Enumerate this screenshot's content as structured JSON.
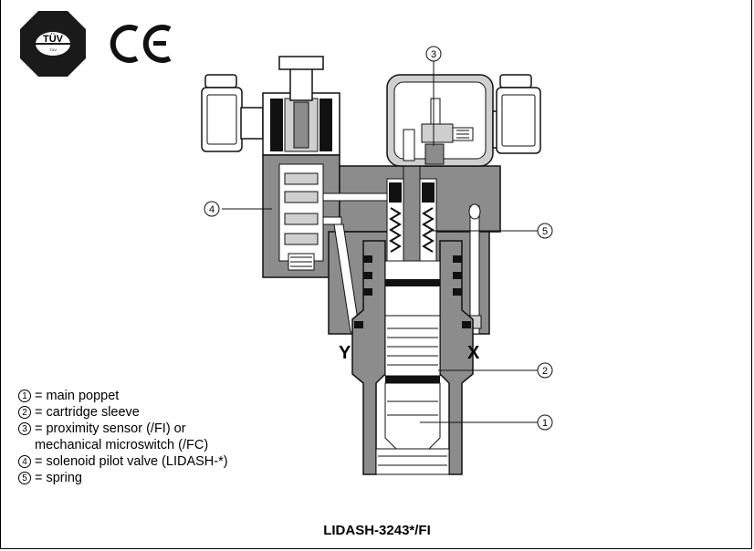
{
  "marks": {
    "tuv": "TÜV",
    "tuv_small": "TÜV",
    "ce": "CE"
  },
  "callouts": [
    "1",
    "2",
    "3",
    "4",
    "5"
  ],
  "ports": {
    "y": "Y",
    "x": "X"
  },
  "legend": [
    {
      "num": "1",
      "text": "= main poppet"
    },
    {
      "num": "2",
      "text": "= cartridge sleeve"
    },
    {
      "num": "3",
      "text": "= proximity sensor (/FI) or"
    },
    {
      "num": "",
      "text": "mechanical microswitch (/FC)"
    },
    {
      "num": "4",
      "text": "= solenoid pilot valve (LIDASH-*)"
    },
    {
      "num": "5",
      "text": "= spring"
    }
  ],
  "caption": "LIDASH-3243*/FI",
  "colors": {
    "body_gray": "#8c8c8c",
    "light_gray": "#cfcfcf",
    "dark": "#111111",
    "white": "#ffffff"
  }
}
